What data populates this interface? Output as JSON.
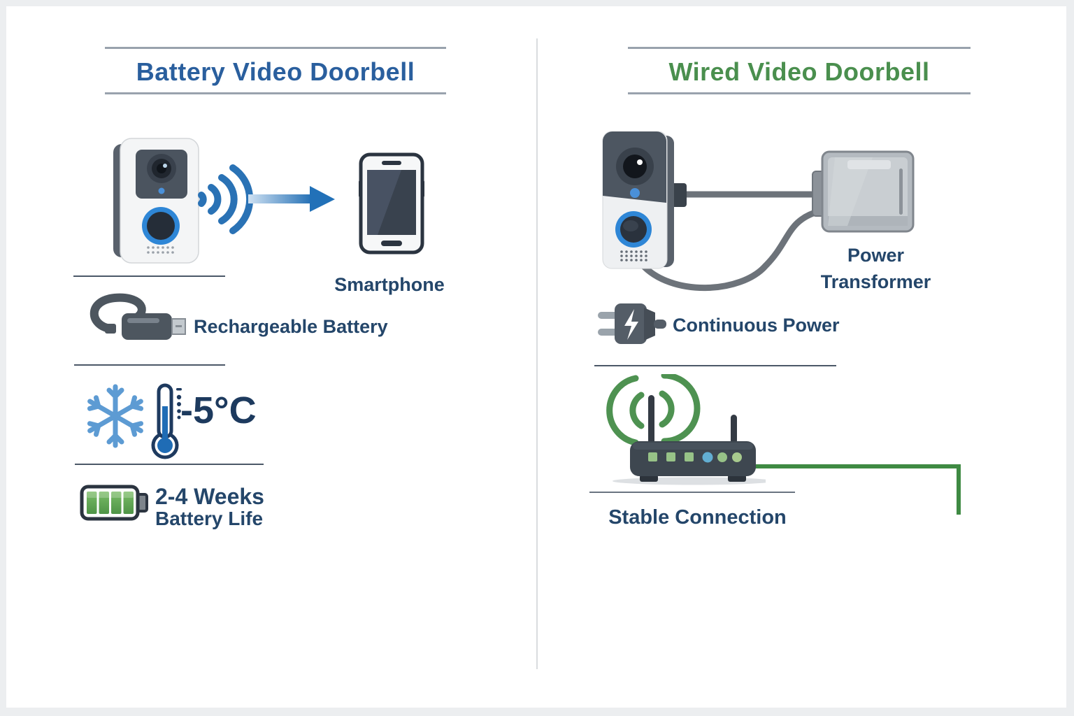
{
  "page": {
    "type": "comparison-infographic",
    "background_color": "#eceef0",
    "canvas_color": "#ffffff"
  },
  "left_panel": {
    "title": "Battery Video Doorbell",
    "title_color": "#2a5f9e",
    "doorbell_icon": "battery-video-doorbell",
    "wifi_icon": "wifi-signal-waves",
    "arrow_icon": "arrow-right",
    "smartphone": {
      "icon": "smartphone",
      "label": "Smartphone"
    },
    "rechargeable": {
      "icon": "usb-charging-cable",
      "label": "Rechargeable Battery"
    },
    "temperature": {
      "icons": [
        "snowflake",
        "thermometer"
      ],
      "value": "-5°C"
    },
    "battery_life": {
      "icon": "battery-full",
      "line1": "2-4 Weeks",
      "line2": "Battery Life"
    }
  },
  "right_panel": {
    "title": "Wired Video Doorbell",
    "title_color": "#4a8f4e",
    "doorbell_icon": "wired-video-doorbell",
    "transformer": {
      "icon": "power-transformer",
      "label_line1": "Power",
      "label_line2": "Transformer"
    },
    "continuous_power": {
      "icon": "power-plug",
      "label": "Continuous Power"
    },
    "stable_connection": {
      "icon": "wifi-router",
      "label": "Stable Connection"
    }
  },
  "colors": {
    "label_text": "#24466a",
    "temperature_text": "#1d3a5e",
    "blue_accent": "#2a72b5",
    "green_accent": "#3f8a43",
    "battery_green": "#5aa04e",
    "separator": "#4b5868",
    "title_rule": "#99a2ad",
    "divider": "#d9dcdf"
  }
}
